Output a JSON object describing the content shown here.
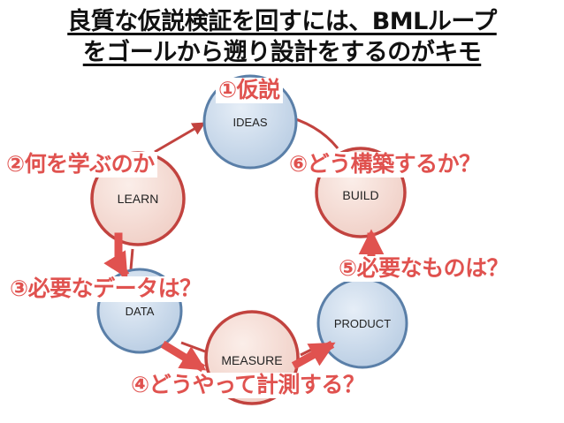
{
  "title": {
    "line1": "良質な仮説検証を回すには、BMLループ",
    "line2": "をゴールから遡り設計をするのがキモ"
  },
  "nodes": {
    "ideas": "IDEAS",
    "build": "BUILD",
    "product": "PRODUCT",
    "measure": "MEASURE",
    "data": "DATA",
    "learn": "LEARN"
  },
  "labels": {
    "l1": "①仮説",
    "l2": "②何を学ぶのか",
    "l3": "③必要なデータは？",
    "l4": "④どうやって計測する？",
    "l5": "⑤必要なものは？",
    "l6": "⑥どう構築するか？"
  },
  "colors": {
    "accent": "#e0524f",
    "blue_node_fill": "#c9d9ea",
    "blue_node_stroke": "#5a7fa8",
    "red_node_fill": "#f5ddd6",
    "red_node_stroke": "#c2433f",
    "cycle_line": "#c2433f"
  }
}
